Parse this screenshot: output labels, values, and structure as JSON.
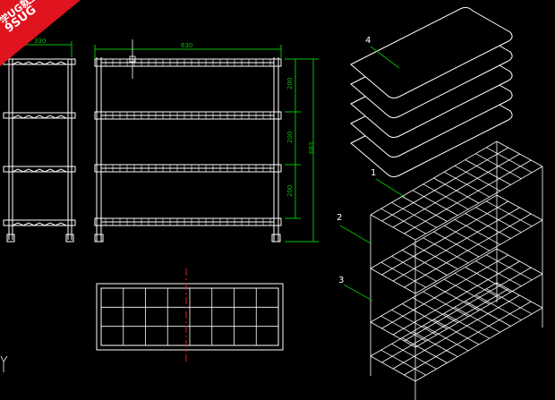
{
  "watermark": {
    "logo": "9SUG",
    "slogan": "学UG就上UG网",
    "color": "#e0141e"
  },
  "dimensions": {
    "side_width": "330",
    "front_width": "630",
    "shelf_gap_top": "200",
    "shelf_gap_mid": "200",
    "shelf_gap_bottom": "200",
    "total_height": "683"
  },
  "callouts": {
    "item_1": "1",
    "item_2": "2",
    "item_3": "3",
    "item_4": "4"
  },
  "colors": {
    "background": "#000000",
    "geometry": "#ffffff",
    "dimension": "#00c000",
    "centerline": "#e02020"
  }
}
